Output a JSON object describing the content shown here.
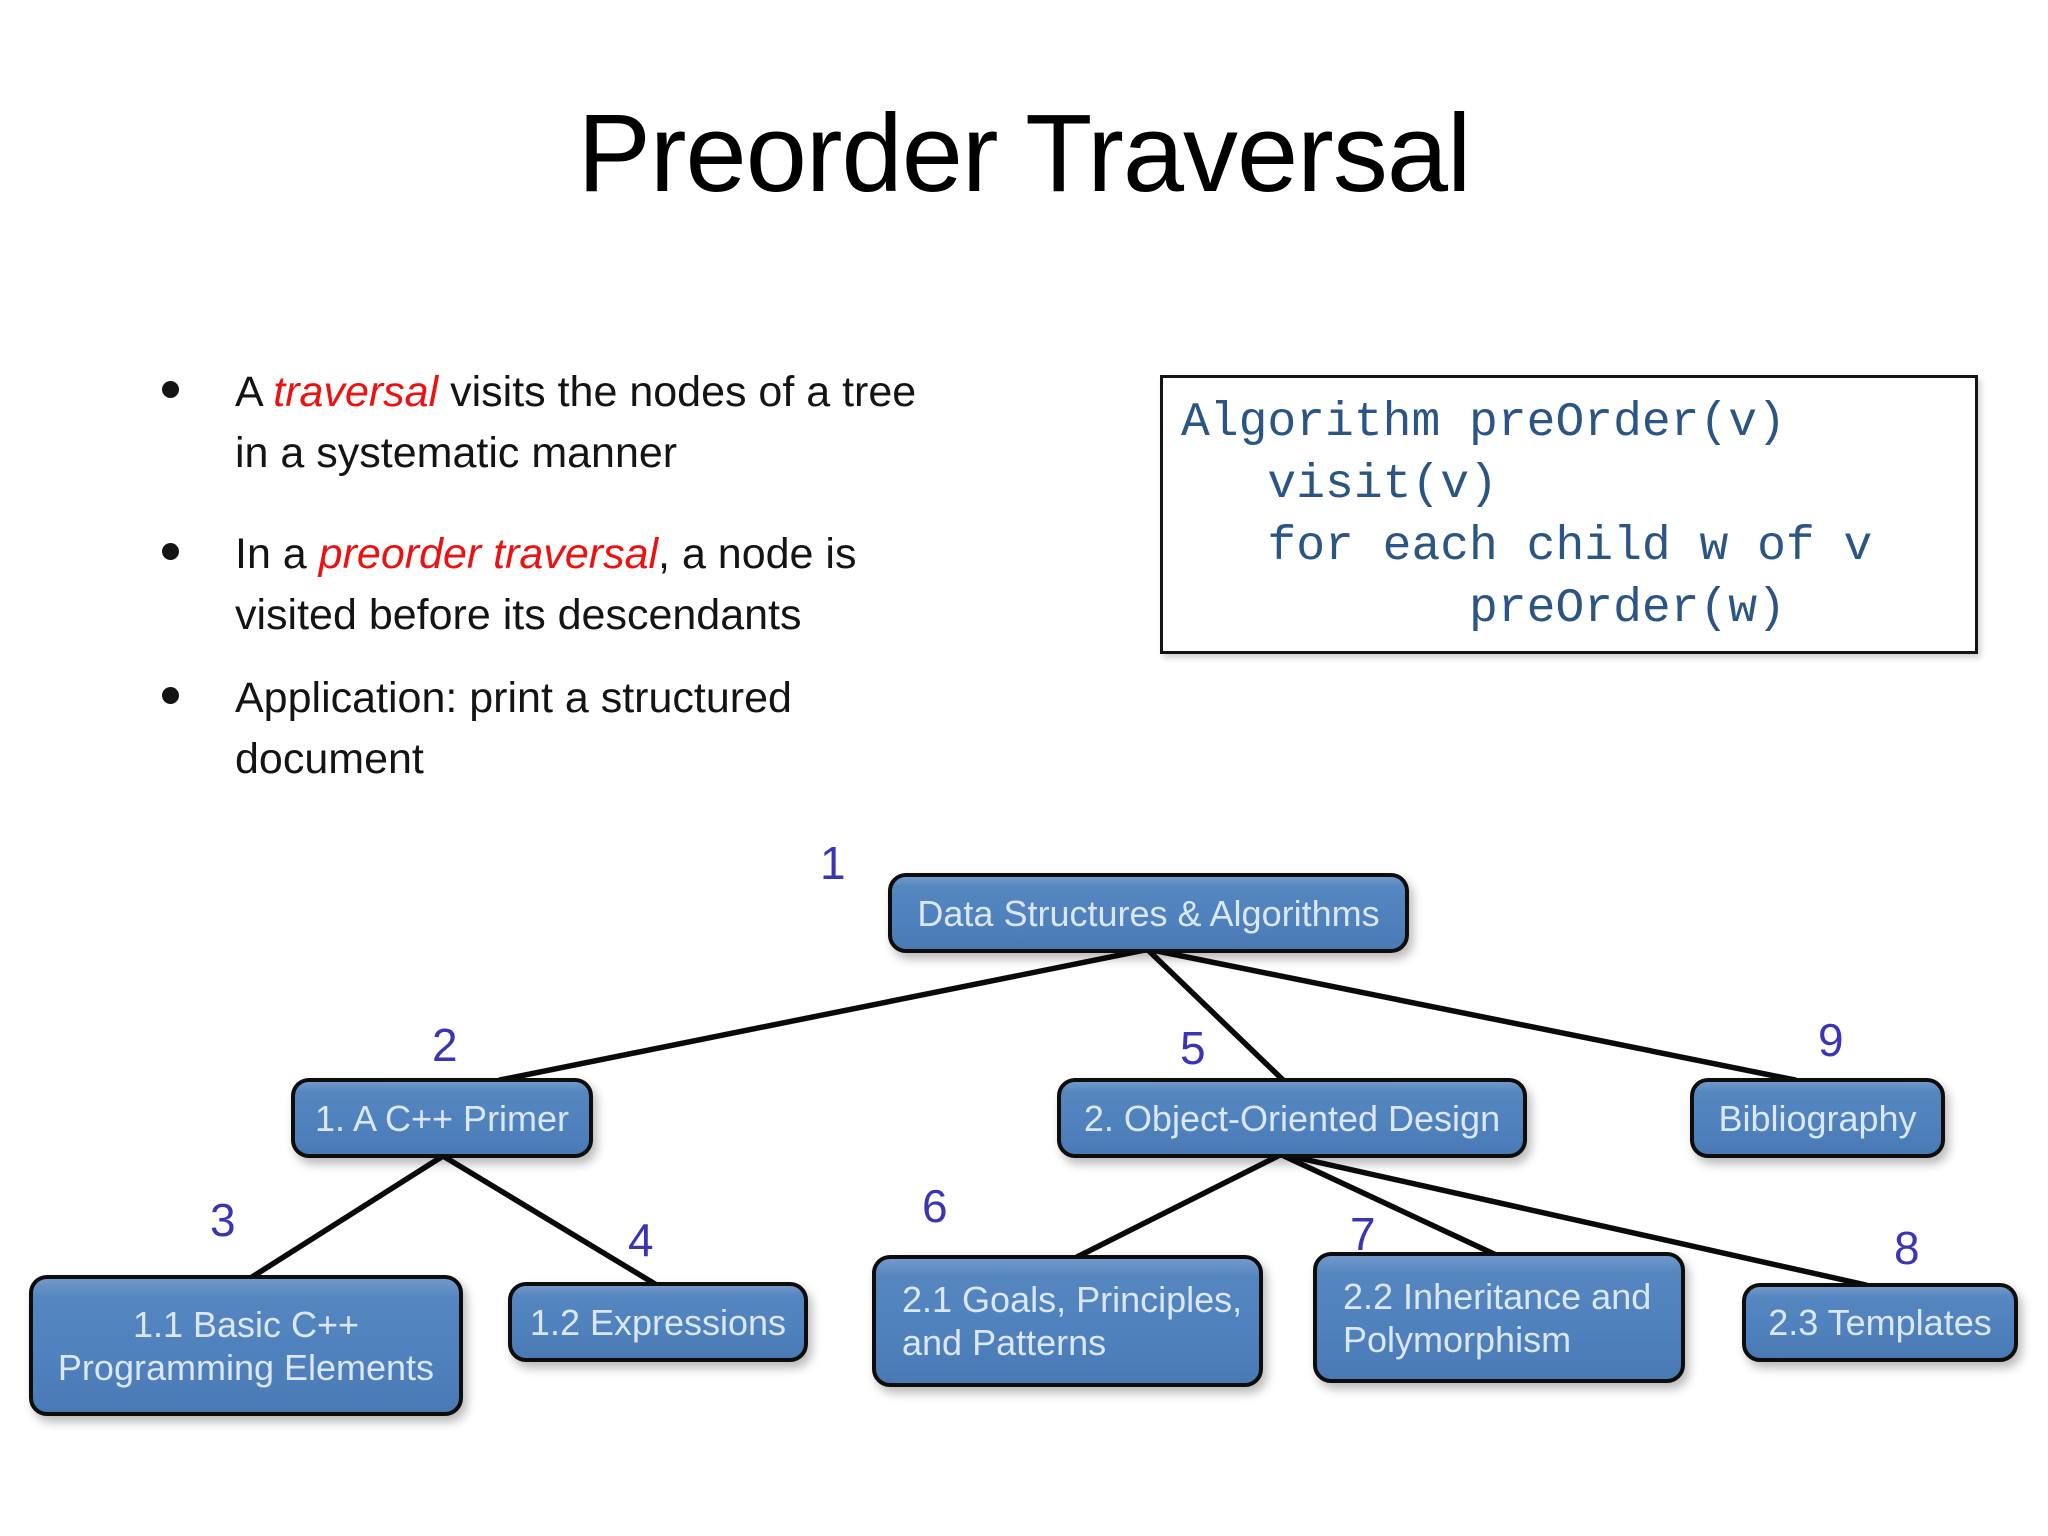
{
  "slide": {
    "title": "Preorder Traversal",
    "bullets": [
      {
        "lines": [
          [
            {
              "text": "A "
            },
            {
              "text": "traversal",
              "emphasis": "red-italic"
            },
            {
              "text": " visits the nodes of a tree"
            }
          ],
          [
            {
              "text": "in a systematic manner"
            }
          ]
        ]
      },
      {
        "lines": [
          [
            {
              "text": "In a "
            },
            {
              "text": "preorder traversal",
              "emphasis": "red-italic"
            },
            {
              "text": ", a node is"
            }
          ],
          [
            {
              "text": "visited before its descendants"
            }
          ]
        ]
      },
      {
        "lines": [
          [
            {
              "text": "Application: print a structured"
            }
          ],
          [
            {
              "text": "document"
            }
          ]
        ]
      }
    ],
    "algorithm_box": {
      "lines": [
        "Algorithm preOrder(v)",
        "   visit(v)",
        "   for each child w of v",
        "          preOrder(w)"
      ]
    },
    "tree": {
      "nodes": [
        {
          "id": "root",
          "number": "1",
          "lines": [
            "Data Structures & Algorithms"
          ]
        },
        {
          "id": "primer",
          "number": "2",
          "lines": [
            "1. A C++ Primer"
          ]
        },
        {
          "id": "basic",
          "number": "3",
          "lines": [
            "1.1 Basic C++",
            "Programming Elements"
          ]
        },
        {
          "id": "expressions",
          "number": "4",
          "lines": [
            "1.2 Expressions"
          ]
        },
        {
          "id": "ood",
          "number": "5",
          "lines": [
            "2. Object-Oriented Design"
          ]
        },
        {
          "id": "goals",
          "number": "6",
          "lines": [
            "2.1 Goals, Principles,",
            "and Patterns"
          ]
        },
        {
          "id": "inheritance",
          "number": "7",
          "lines": [
            "2.2 Inheritance and",
            "Polymorphism"
          ]
        },
        {
          "id": "templates",
          "number": "8",
          "lines": [
            "2.3 Templates"
          ]
        },
        {
          "id": "bibliography",
          "number": "9",
          "lines": [
            "Bibliography"
          ]
        }
      ],
      "edges_by_visit_number": [
        [
          "1",
          "2"
        ],
        [
          "1",
          "5"
        ],
        [
          "1",
          "9"
        ],
        [
          "2",
          "3"
        ],
        [
          "2",
          "4"
        ],
        [
          "5",
          "6"
        ],
        [
          "5",
          "7"
        ],
        [
          "5",
          "8"
        ]
      ]
    },
    "colors": {
      "node_fill": "#4f81bd",
      "node_border": "#0d0d0d",
      "node_text": "#dbe7f5",
      "visit_number": "#3b35b5",
      "code_text": "#2a5585",
      "emphasis_red": "#ee1111",
      "edge_line": "#0a0a0a"
    }
  }
}
